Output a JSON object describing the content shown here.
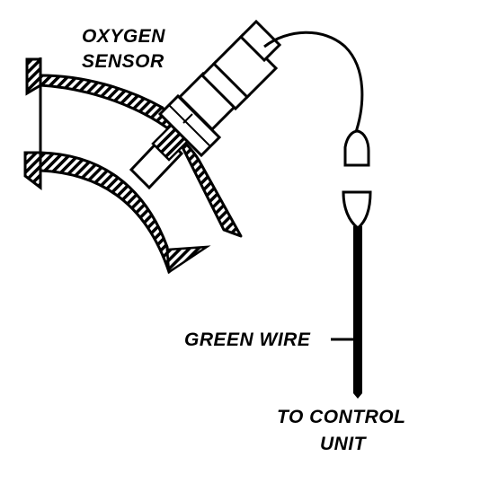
{
  "labels": {
    "oxygen_sensor_line1": "OXYGEN",
    "oxygen_sensor_line2": "SENSOR",
    "green_wire": "GREEN WIRE",
    "control_unit_line1": "TO CONTROL",
    "control_unit_line2": "UNIT"
  },
  "colors": {
    "ink": "#000000",
    "paper": "#ffffff"
  }
}
